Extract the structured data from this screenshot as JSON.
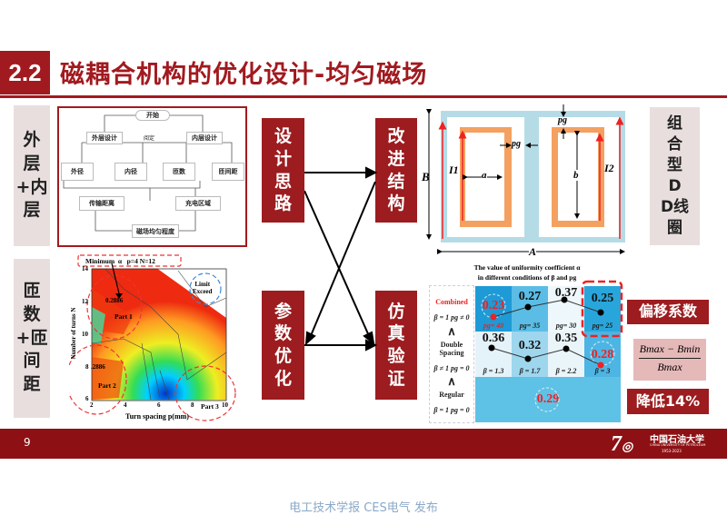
{
  "slide": {
    "number": "2.2",
    "title": "磁耦合机构的优化设计-均匀磁场",
    "page": "9"
  },
  "left_labels": {
    "top": [
      "外",
      "层",
      "+内",
      "层"
    ],
    "bottom": [
      "匝",
      "数",
      "+匝",
      "间",
      "距"
    ]
  },
  "flowchart": {
    "start": "开始",
    "outer": "外层设计",
    "link": "阅定",
    "inner": "内层设计",
    "params": [
      "外径",
      "内径",
      "匝数",
      "匝间距"
    ],
    "distance": "传输距离",
    "area": "充电区域",
    "result": "磁场均匀程度"
  },
  "process": {
    "design": [
      "设",
      "计",
      "思",
      "路"
    ],
    "improve": [
      "改",
      "进",
      "结",
      "构"
    ],
    "optimize": [
      "参",
      "数",
      "优",
      "化"
    ],
    "verify": [
      "仿",
      "真",
      "验",
      "证"
    ]
  },
  "contour": {
    "annotation": "Minimum  α   p=4 N=12",
    "limit": [
      "Limit",
      "Exceed"
    ],
    "value1": "0.2886",
    "value2": ".2886",
    "part1": "Part 1",
    "part2": "Part 2",
    "part3": "Part 3",
    "xlabel": "Turn spacing p(mm)",
    "ylabel": "Number of turns N",
    "xticks": [
      "2",
      "4",
      "6",
      "8",
      "10"
    ],
    "yticks": [
      "14",
      "12",
      "10",
      "8",
      "6"
    ]
  },
  "coil": {
    "B": "B",
    "A": "A",
    "I1": "I1",
    "I2": "I2",
    "a": "a",
    "b": "b",
    "pg1": "pg",
    "pg2": "pg"
  },
  "right_label": [
    "组",
    "合",
    "型",
    "D",
    "D线",
    "圈"
  ],
  "table": {
    "title1": "The value of uniformity coefficient α",
    "title2": "in different conditions of β and pg",
    "rows": [
      {
        "name": "Combined",
        "cond": "β = 1 pg ≠ 0"
      },
      {
        "name": "Double Spacing",
        "cond": "β ≠ 1 pg = 0"
      },
      {
        "name": "Regular",
        "cond": "β = 1 pg = 0"
      }
    ],
    "up": "∧",
    "combined": [
      {
        "v": "0.23",
        "s": "pg= 40"
      },
      {
        "v": "0.27",
        "s": "pg= 35"
      },
      {
        "v": "0.37",
        "s": "pg= 30"
      },
      {
        "v": "0.25",
        "s": "pg= 25"
      }
    ],
    "double": [
      {
        "v": "0.36",
        "s": "β = 1.3"
      },
      {
        "v": "0.32",
        "s": "β = 1.7"
      },
      {
        "v": "0.35",
        "s": "β = 2.2"
      },
      {
        "v": "0.28",
        "s": "β = 3"
      }
    ],
    "regular": "0.29"
  },
  "offset": {
    "label": "偏移系数",
    "num": "Bmax − Bmin",
    "den": "Bmax",
    "reduce": "降低14%"
  },
  "logo": {
    "name": "中国石油大学",
    "sub": "CHINA UNIVERSITY OF PETROLEUM",
    "years": "1953-2023"
  },
  "credit": "电工技术学报 CES电气 发布",
  "colors": {
    "brand": "#9c1c1f"
  }
}
